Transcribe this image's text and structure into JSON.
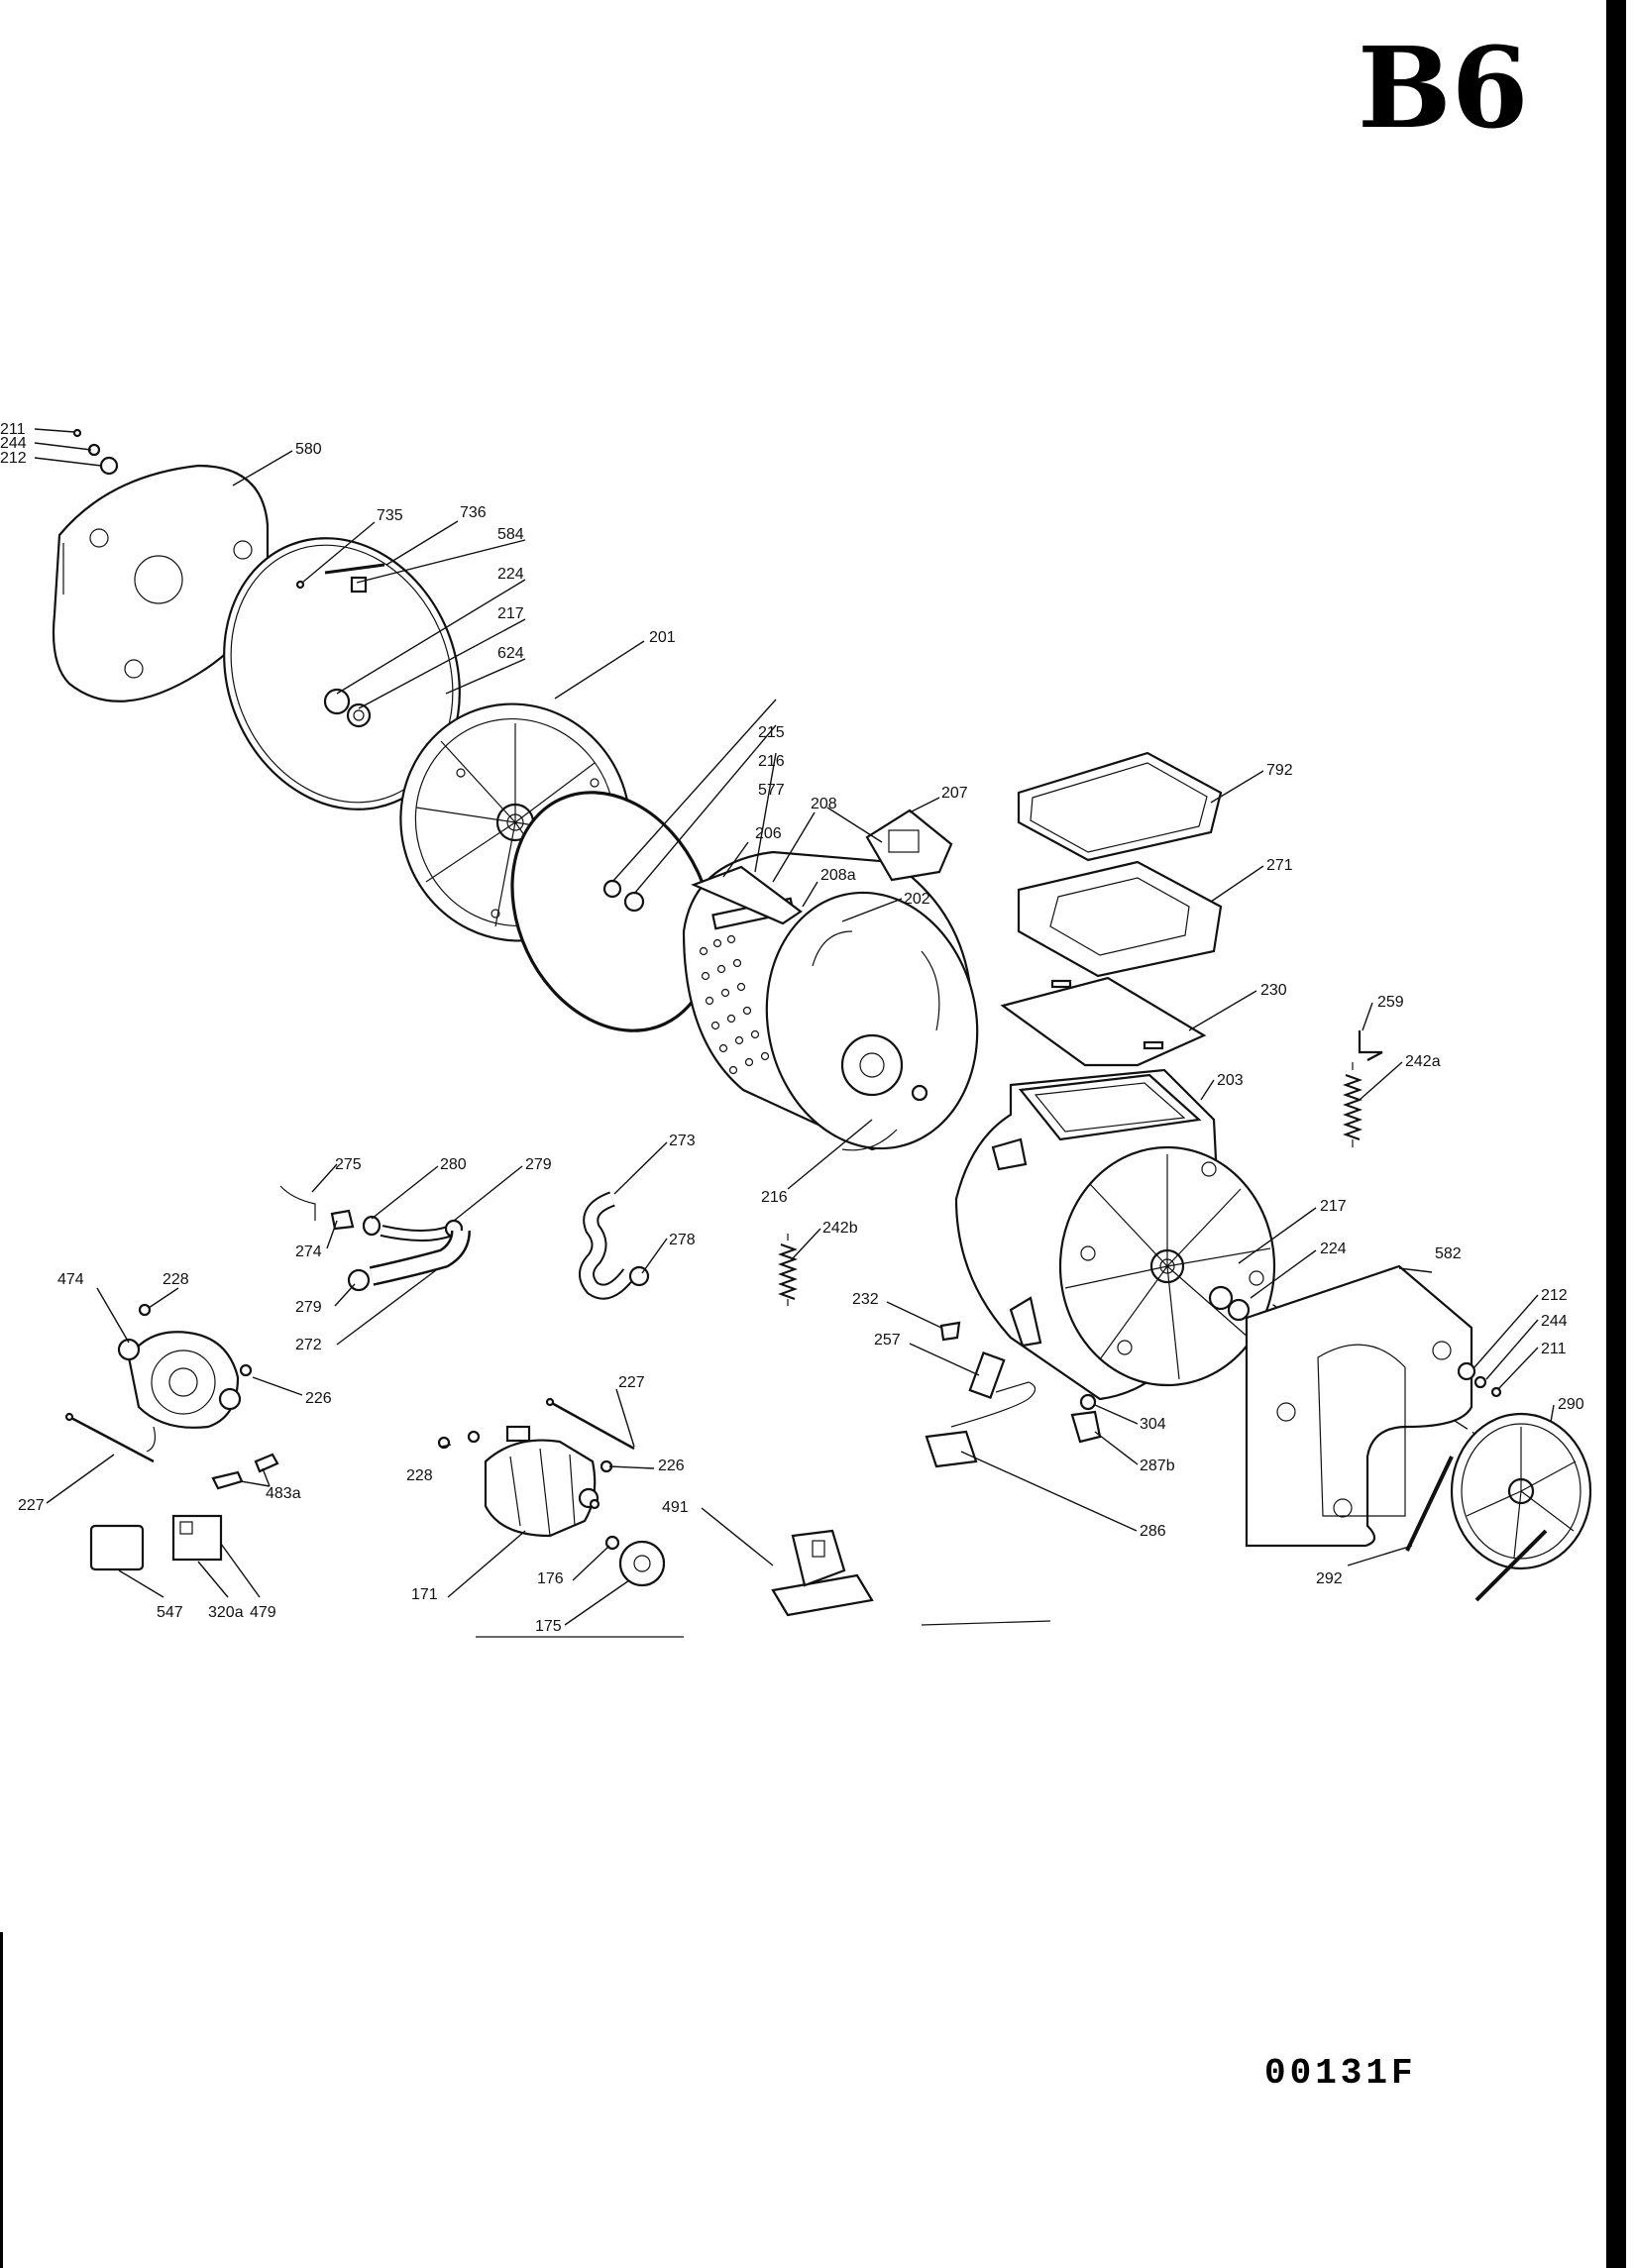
{
  "sheet": {
    "page_tag": "B6",
    "drawing_number": "00131F"
  },
  "labels": {
    "l211a": "211",
    "l244a": "244",
    "l212a": "212",
    "l580": "580",
    "l735": "735",
    "l736": "736",
    "l584": "584",
    "l224a": "224",
    "l217a": "217",
    "l624": "624",
    "l201": "201",
    "l215": "215",
    "l216a": "216",
    "l577": "577",
    "l206": "206",
    "l208": "208",
    "l207": "207",
    "l208a": "208a",
    "l202": "202",
    "l792": "792",
    "l271": "271",
    "l230": "230",
    "l259": "259",
    "l242a": "242a",
    "l203": "203",
    "l216b": "216",
    "l217b": "217",
    "l224b": "224",
    "l582": "582",
    "l212b": "212",
    "l244b": "244",
    "l211b": "211",
    "l290": "290",
    "l292": "292",
    "l273": "273",
    "l278": "278",
    "l242b": "242b",
    "l232": "232",
    "l257": "257",
    "l304": "304",
    "l287b": "287b",
    "l286": "286",
    "l275": "275",
    "l280": "280",
    "l279a": "279",
    "l274": "274",
    "l279b": "279",
    "l272": "272",
    "l474": "474",
    "l228a": "228",
    "l226a": "226",
    "l227a": "227",
    "l483a": "483a",
    "l547": "547",
    "l320a": "320a",
    "l479": "479",
    "l227b": "227",
    "l228b": "228",
    "l226b": "226",
    "l491": "491",
    "l171": "171",
    "l176": "176",
    "l175": "175"
  }
}
